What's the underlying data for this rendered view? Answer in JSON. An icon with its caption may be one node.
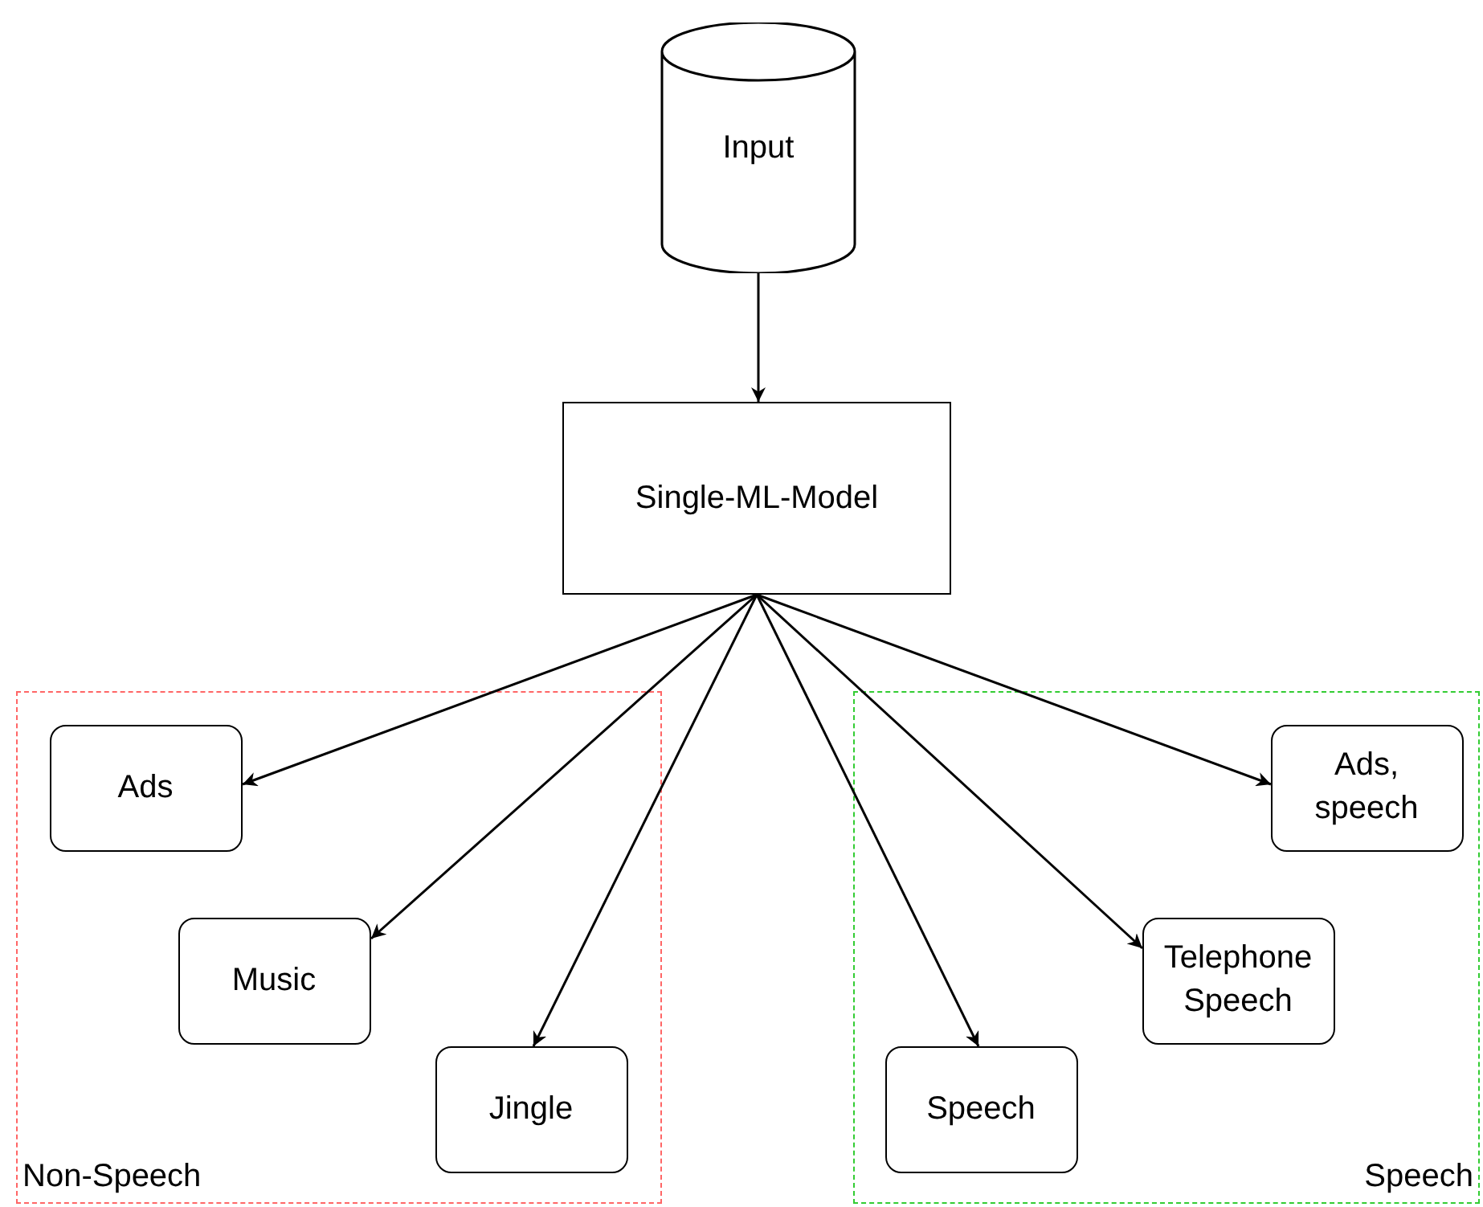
{
  "diagram": {
    "nodes": [
      {
        "text": [
          "Input"
        ]
      },
      {
        "text": [
          "Single-ML-Model"
        ]
      },
      {
        "text": [
          "Non-Speech"
        ]
      },
      {
        "text": [
          "Ads"
        ],
        "in": 2
      },
      {
        "text": [
          "Music"
        ],
        "in": 2
      },
      {
        "text": [
          "Jingle"
        ],
        "in": 2
      },
      {
        "text": [
          "Speech"
        ]
      },
      {
        "text": [
          "Ads, speech"
        ],
        "in": 6
      },
      {
        "text": [
          "Telephone Speech"
        ],
        "in": 6
      },
      {
        "text": [
          "Speech"
        ],
        "in": 6
      }
    ],
    "edges": [
      {
        "from": 0,
        "to": 1,
        "arrow": "to"
      },
      {
        "from": 1,
        "to": 3,
        "arrow": "to"
      },
      {
        "from": 1,
        "to": 4,
        "arrow": "to"
      },
      {
        "from": 1,
        "to": 5,
        "arrow": "to"
      },
      {
        "from": 1,
        "to": 9,
        "arrow": "to"
      },
      {
        "from": 1,
        "to": 8,
        "arrow": "to"
      },
      {
        "from": 1,
        "to": 7,
        "arrow": "to"
      }
    ]
  }
}
